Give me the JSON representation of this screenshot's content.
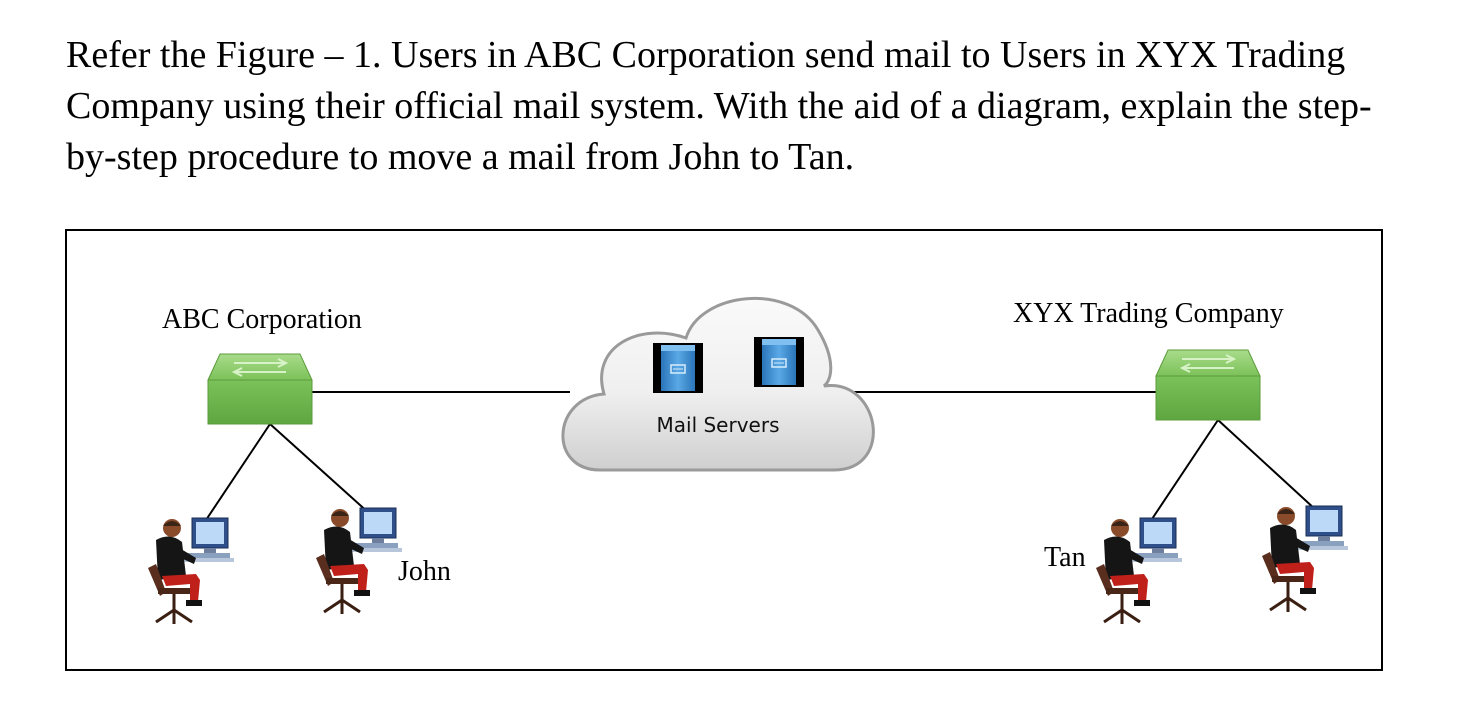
{
  "question": {
    "text": "Refer the Figure – 1. Users in ABC Corporation send mail to Users in XYX Trading Company using their official mail system. With the aid of a diagram, explain the step-by-step procedure to move a mail from John to Tan."
  },
  "figure": {
    "left_network": {
      "label": "ABC Corporation"
    },
    "right_network": {
      "label": "XYX Trading Company"
    },
    "cloud": {
      "label": "Mail Servers"
    },
    "users": {
      "john": "John",
      "tan": "Tan"
    },
    "icons": {
      "switch": "network-switch-icon",
      "server": "server-icon",
      "user": "user-at-computer-icon"
    },
    "colors": {
      "switch": "#7dc35b",
      "server": "#3b8fd4",
      "cloud": "#e9e9e9"
    }
  }
}
